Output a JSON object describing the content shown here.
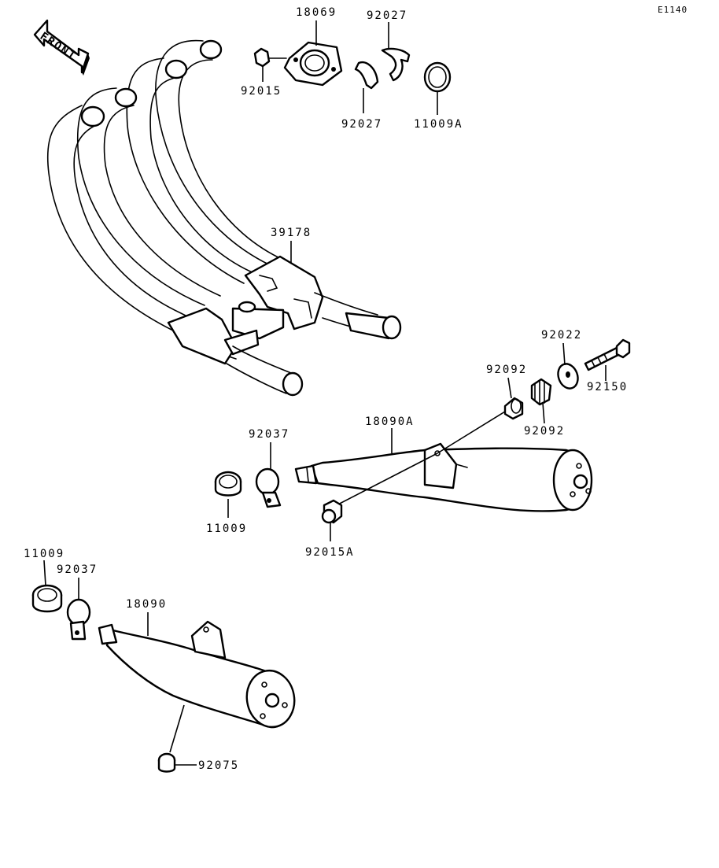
{
  "diagram_code": "E1140",
  "front_label": "FRONT",
  "parts": [
    {
      "id": "p18069",
      "label": "18069",
      "name": "exhaust-gasket-holder"
    },
    {
      "id": "p92027a",
      "label": "92027",
      "name": "split-keeper-upper"
    },
    {
      "id": "p92015",
      "label": "92015",
      "name": "flange-nut"
    },
    {
      "id": "p92027b",
      "label": "92027",
      "name": "split-keeper-lower"
    },
    {
      "id": "p11009a",
      "label": "11009A",
      "name": "exhaust-port-gasket"
    },
    {
      "id": "p39178",
      "label": "39178",
      "name": "exhaust-header-pipe"
    },
    {
      "id": "p92022",
      "label": "92022",
      "name": "washer"
    },
    {
      "id": "p92092a",
      "label": "92092",
      "name": "rubber-damper-front"
    },
    {
      "id": "p92150",
      "label": "92150",
      "name": "mounting-bolt"
    },
    {
      "id": "p92092b",
      "label": "92092",
      "name": "rubber-damper-rear"
    },
    {
      "id": "p18090a",
      "label": "18090A",
      "name": "muffler-right"
    },
    {
      "id": "p92037a",
      "label": "92037",
      "name": "clamp-right"
    },
    {
      "id": "p11009b",
      "label": "11009",
      "name": "connector-gasket-right"
    },
    {
      "id": "p92015a",
      "label": "92015A",
      "name": "cap-nut"
    },
    {
      "id": "p11009c",
      "label": "11009",
      "name": "connector-gasket-left"
    },
    {
      "id": "p92037b",
      "label": "92037",
      "name": "clamp-left"
    },
    {
      "id": "p18090",
      "label": "18090",
      "name": "muffler-left"
    },
    {
      "id": "p92075",
      "label": "92075",
      "name": "grommet"
    }
  ]
}
